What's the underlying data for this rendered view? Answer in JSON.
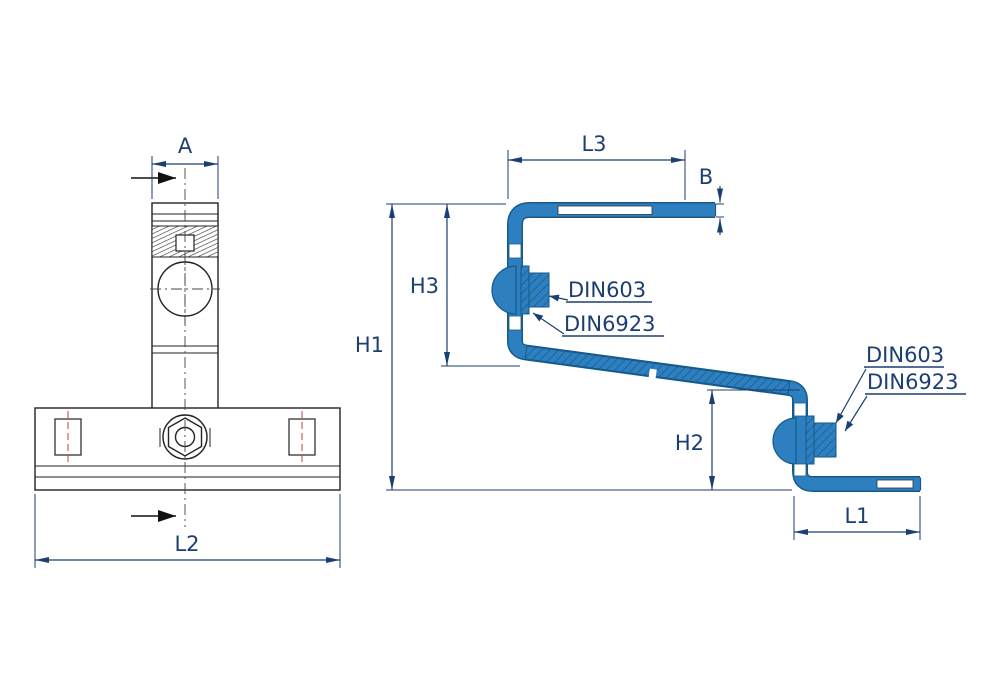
{
  "drawing": {
    "type": "technical-drawing",
    "views": {
      "front": {
        "dim_width_top": "A",
        "dim_width_base": "L2"
      },
      "side": {
        "dim_top_length": "L3",
        "dim_thickness": "B",
        "dim_total_height": "H1",
        "dim_upper_height": "H3",
        "dim_lower_height": "H2",
        "dim_bottom_length": "L1",
        "upper_bolt_label": "DIN603",
        "upper_nut_label": "DIN6923",
        "lower_bolt_label": "DIN603",
        "lower_nut_label": "DIN6923"
      }
    },
    "colors": {
      "part_fill": "#2e7fc0",
      "part_outline": "#155a8a",
      "dimension": "#1b3f72",
      "outline": "#222222",
      "centerline_red": "#d03b3b",
      "background": "#ffffff"
    }
  }
}
